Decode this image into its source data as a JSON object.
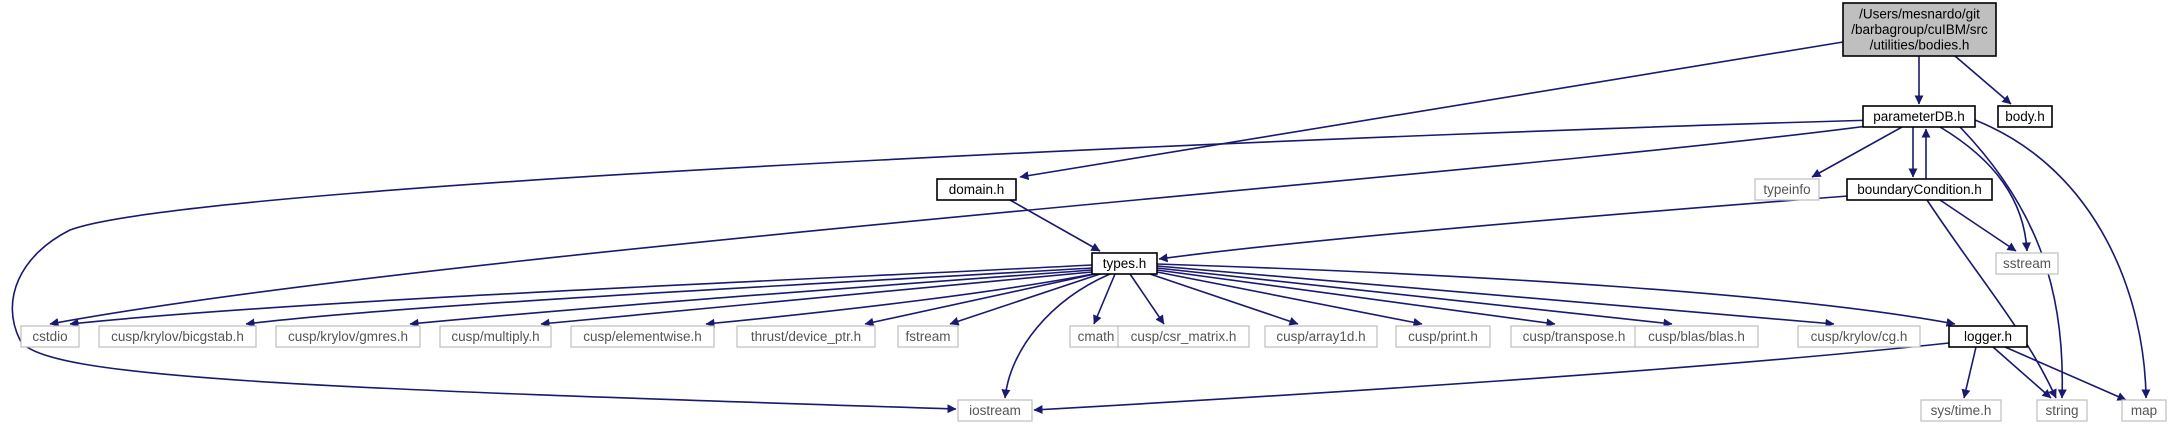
{
  "diagram": {
    "type": "include-dependency-graph",
    "colors": {
      "edge": "#191970",
      "root_fill": "#bfbfbf",
      "documented_border": "#000000",
      "external_border": "#bfbfbf"
    },
    "nodes": [
      {
        "id": "root",
        "lines": [
          "/Users/mesnardo/git",
          "/barbagroup/cuIBM/src",
          "/utilities/bodies.h"
        ],
        "kind": "root"
      },
      {
        "id": "parameterDB",
        "lines": [
          "parameterDB.h"
        ],
        "kind": "documented"
      },
      {
        "id": "body",
        "lines": [
          "body.h"
        ],
        "kind": "documented"
      },
      {
        "id": "domain",
        "lines": [
          "domain.h"
        ],
        "kind": "documented"
      },
      {
        "id": "typeinfo",
        "lines": [
          "typeinfo"
        ],
        "kind": "external"
      },
      {
        "id": "boundaryCondition",
        "lines": [
          "boundaryCondition.h"
        ],
        "kind": "documented"
      },
      {
        "id": "sstream",
        "lines": [
          "sstream"
        ],
        "kind": "external"
      },
      {
        "id": "types",
        "lines": [
          "types.h"
        ],
        "kind": "documented"
      },
      {
        "id": "cstdio",
        "lines": [
          "cstdio"
        ],
        "kind": "external"
      },
      {
        "id": "bicgstab",
        "lines": [
          "cusp/krylov/bicgstab.h"
        ],
        "kind": "external"
      },
      {
        "id": "gmres",
        "lines": [
          "cusp/krylov/gmres.h"
        ],
        "kind": "external"
      },
      {
        "id": "multiply",
        "lines": [
          "cusp/multiply.h"
        ],
        "kind": "external"
      },
      {
        "id": "elementwise",
        "lines": [
          "cusp/elementwise.h"
        ],
        "kind": "external"
      },
      {
        "id": "device_ptr",
        "lines": [
          "thrust/device_ptr.h"
        ],
        "kind": "external"
      },
      {
        "id": "fstream",
        "lines": [
          "fstream"
        ],
        "kind": "external"
      },
      {
        "id": "cmath",
        "lines": [
          "cmath"
        ],
        "kind": "external"
      },
      {
        "id": "csr_matrix",
        "lines": [
          "cusp/csr_matrix.h"
        ],
        "kind": "external"
      },
      {
        "id": "array1d",
        "lines": [
          "cusp/array1d.h"
        ],
        "kind": "external"
      },
      {
        "id": "print",
        "lines": [
          "cusp/print.h"
        ],
        "kind": "external"
      },
      {
        "id": "transpose",
        "lines": [
          "cusp/transpose.h"
        ],
        "kind": "external"
      },
      {
        "id": "blas",
        "lines": [
          "cusp/blas/blas.h"
        ],
        "kind": "external"
      },
      {
        "id": "cg",
        "lines": [
          "cusp/krylov/cg.h"
        ],
        "kind": "external"
      },
      {
        "id": "logger",
        "lines": [
          "logger.h"
        ],
        "kind": "documented"
      },
      {
        "id": "iostream",
        "lines": [
          "iostream"
        ],
        "kind": "external"
      },
      {
        "id": "systime",
        "lines": [
          "sys/time.h"
        ],
        "kind": "external"
      },
      {
        "id": "string",
        "lines": [
          "string"
        ],
        "kind": "external"
      },
      {
        "id": "map",
        "lines": [
          "map"
        ],
        "kind": "external"
      }
    ],
    "edges": [
      {
        "from": "root",
        "to": "domain"
      },
      {
        "from": "root",
        "to": "parameterDB"
      },
      {
        "from": "root",
        "to": "body"
      },
      {
        "from": "parameterDB",
        "to": "iostream"
      },
      {
        "from": "parameterDB",
        "to": "cstdio"
      },
      {
        "from": "parameterDB",
        "to": "typeinfo"
      },
      {
        "from": "parameterDB",
        "to": "boundaryCondition"
      },
      {
        "from": "parameterDB",
        "to": "sstream"
      },
      {
        "from": "parameterDB",
        "to": "string"
      },
      {
        "from": "parameterDB",
        "to": "map"
      },
      {
        "from": "boundaryCondition",
        "to": "parameterDB"
      },
      {
        "from": "boundaryCondition",
        "to": "types"
      },
      {
        "from": "boundaryCondition",
        "to": "sstream"
      },
      {
        "from": "boundaryCondition",
        "to": "string"
      },
      {
        "from": "domain",
        "to": "types"
      },
      {
        "from": "types",
        "to": "cstdio"
      },
      {
        "from": "types",
        "to": "bicgstab"
      },
      {
        "from": "types",
        "to": "gmres"
      },
      {
        "from": "types",
        "to": "multiply"
      },
      {
        "from": "types",
        "to": "elementwise"
      },
      {
        "from": "types",
        "to": "device_ptr"
      },
      {
        "from": "types",
        "to": "fstream"
      },
      {
        "from": "types",
        "to": "iostream"
      },
      {
        "from": "types",
        "to": "cmath"
      },
      {
        "from": "types",
        "to": "csr_matrix"
      },
      {
        "from": "types",
        "to": "array1d"
      },
      {
        "from": "types",
        "to": "print"
      },
      {
        "from": "types",
        "to": "transpose"
      },
      {
        "from": "types",
        "to": "blas"
      },
      {
        "from": "types",
        "to": "cg"
      },
      {
        "from": "types",
        "to": "logger"
      },
      {
        "from": "logger",
        "to": "iostream"
      },
      {
        "from": "logger",
        "to": "systime"
      },
      {
        "from": "logger",
        "to": "string"
      },
      {
        "from": "logger",
        "to": "map"
      }
    ]
  }
}
